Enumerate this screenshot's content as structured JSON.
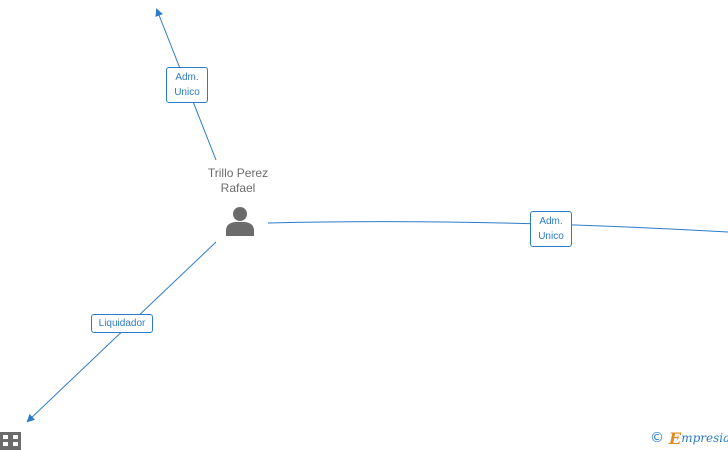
{
  "person": {
    "name_line1": "Trillo Perez",
    "name_line2": "Rafael",
    "icon": "person-icon"
  },
  "edges": [
    {
      "label_line1": "Adm.",
      "label_line2": "Unico"
    },
    {
      "label_line1": "Adm.",
      "label_line2": "Unico"
    },
    {
      "label": "Liquidador"
    }
  ],
  "company_icon": "building-icon",
  "watermark": {
    "copyright_symbol": "©",
    "brand_initial": "E",
    "brand_rest": "mpresia"
  },
  "colors": {
    "link": "#2c7bc9",
    "node_text": "#6b6b6b",
    "icon": "#6b6b6b",
    "brand_accent": "#e08a1e"
  }
}
